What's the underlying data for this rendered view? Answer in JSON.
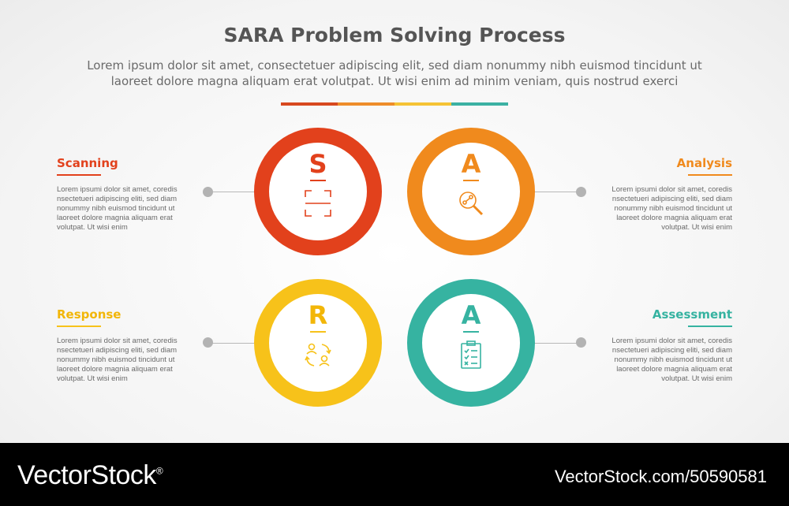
{
  "title": "SARA Problem Solving Process",
  "subtitle_lines": [
    "Lorem ipsum dolor sit amet, consectetuer adipiscing elit, sed diam nonummy nibh euismod tincidunt ut",
    "laoreet dolore magna aliquam erat volutpat. Ut wisi enim ad minim veniam, quis nostrud exerci"
  ],
  "colors": {
    "red": "#e2411c",
    "orange": "#f08a1d",
    "yellow": "#f7c21a",
    "teal": "#36b3a1"
  },
  "steps": [
    {
      "letter": "S",
      "label": "Scanning",
      "icon": "scan-frame-icon",
      "description": [
        "Lorem ipsumi dolor sit amet, coredis",
        "nsectetueri adipiscing eliti, sed diam",
        "nonummy nibh euismod tincidunt ut",
        "laoreet dolore magnia aliquam erat",
        "volutpat. Ut wisi enim"
      ]
    },
    {
      "letter": "A",
      "label": "Analysis",
      "icon": "magnifier-analysis-icon",
      "description": [
        "Lorem ipsumi dolor sit amet, coredis",
        "nsectetueri adipiscing eliti, sed diam",
        "nonummy nibh euismod tincidunt ut",
        "laoreet dolore magnia aliquam erat",
        "volutpat. Ut wisi enim"
      ]
    },
    {
      "letter": "R",
      "label": "Response",
      "icon": "people-cycle-icon",
      "description": [
        "Lorem ipsumi dolor sit amet, coredis",
        "nsectetueri adipiscing eliti, sed diam",
        "nonummy nibh euismod tincidunt ut",
        "laoreet dolore magnia aliquam erat",
        "volutpat. Ut wisi enim"
      ]
    },
    {
      "letter": "A",
      "label": "Assessment",
      "icon": "clipboard-checklist-icon",
      "description": [
        "Lorem ipsumi dolor sit amet, coredis",
        "nsectetueri adipiscing eliti, sed diam",
        "nonummy nibh euismod tincidunt ut",
        "laoreet dolore magnia aliquam erat",
        "volutpat. Ut wisi enim"
      ]
    }
  ],
  "footer": {
    "brand": "VectorStock",
    "brand_mark": "®",
    "url": "VectorStock.com/50590581"
  }
}
